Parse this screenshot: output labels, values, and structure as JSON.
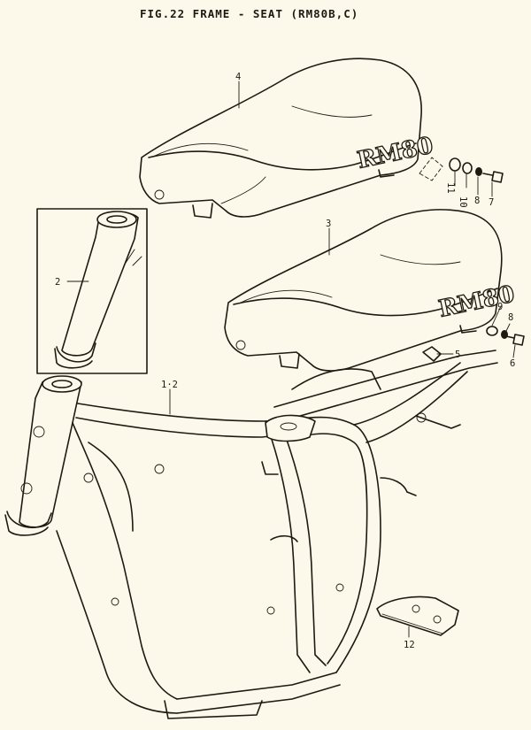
{
  "figure": {
    "title": "FIG.22  FRAME - SEAT (RM80B,C)"
  },
  "seat_logo": "RM80",
  "callouts": [
    {
      "id": "1",
      "text": "1·2"
    },
    {
      "id": "2",
      "text": "2"
    },
    {
      "id": "3",
      "text": "3"
    },
    {
      "id": "4",
      "text": "4"
    },
    {
      "id": "5",
      "text": "5"
    },
    {
      "id": "6",
      "text": "6"
    },
    {
      "id": "7",
      "text": "7"
    },
    {
      "id": "8a",
      "text": "8"
    },
    {
      "id": "8b",
      "text": "8"
    },
    {
      "id": "9",
      "text": "9"
    },
    {
      "id": "10",
      "text": "10"
    },
    {
      "id": "11",
      "text": "11"
    },
    {
      "id": "12",
      "text": "12"
    }
  ],
  "colors": {
    "paper": "#fdf9ea",
    "ink": "#1e1a12"
  }
}
